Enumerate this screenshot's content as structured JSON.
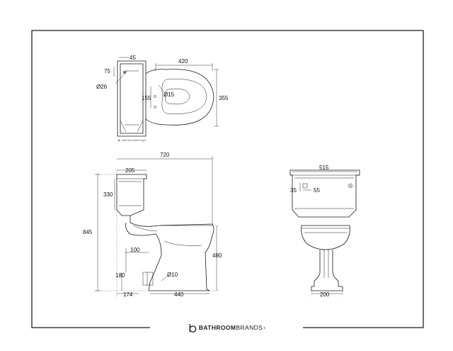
{
  "brand": {
    "name_bold": "BATHROOM",
    "name_light": "BRANDS",
    "registered": "®"
  },
  "plan_view": {
    "labels": {
      "cistern_depth": "45",
      "cistern_offset": "75",
      "inlet_diameter": "Ø26",
      "bowl_width": "420",
      "bowl_depth": "355",
      "fixing_offset": "155",
      "fixing_diameter": "Ø15"
    },
    "note": "Inlet hole bottom right"
  },
  "side_view": {
    "labels": {
      "overall_length": "720",
      "cistern_depth": "205",
      "cistern_height": "330",
      "overall_height": "845",
      "outlet_height": "100",
      "bowl_height": "480",
      "outlet_to_floor": "180",
      "wall_to_outlet": "174",
      "foot_length": "440",
      "floor_fix_diameter": "Ø10"
    }
  },
  "front_view": {
    "labels": {
      "cistern_width": "515",
      "inlet_height": "35",
      "inlet_offset": "55",
      "pedestal_width": "200"
    }
  }
}
